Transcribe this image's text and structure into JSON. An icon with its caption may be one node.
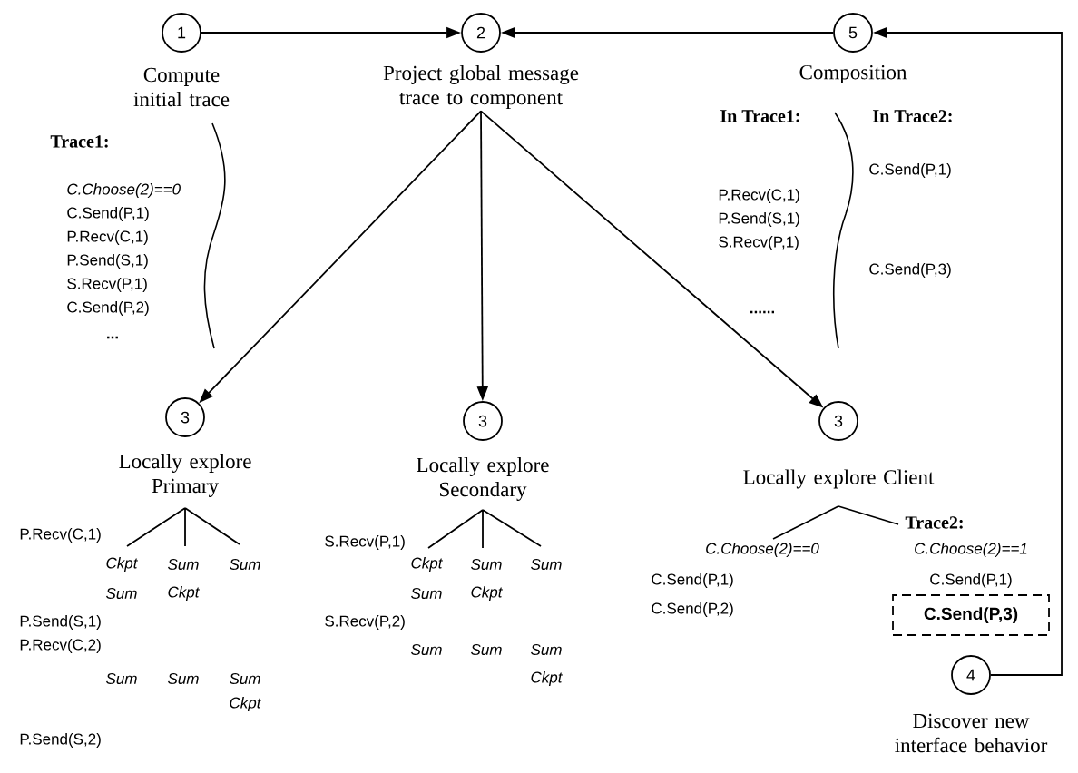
{
  "diagram": {
    "nodes": [
      {
        "text": [
          "1",
          "Compute initial trace"
        ]
      },
      {
        "text": [
          "2",
          "Project global message trace to component"
        ]
      },
      {
        "text": [
          "5",
          "Composition"
        ]
      },
      {
        "text": [
          "3",
          "Locally explore Primary"
        ]
      },
      {
        "text": [
          "3",
          "Locally explore Secondary"
        ]
      },
      {
        "text": [
          "3",
          "Locally explore Client"
        ]
      },
      {
        "text": [
          "C.Send(P,3)"
        ]
      },
      {
        "text": [
          "4",
          "Discover new interface behavior"
        ]
      }
    ],
    "edges": [
      {
        "from": 0,
        "to": 1,
        "arrow": "to"
      },
      {
        "from": 2,
        "to": 1,
        "arrow": "to"
      },
      {
        "from": 1,
        "to": 3,
        "arrow": "to"
      },
      {
        "from": 1,
        "to": 4,
        "arrow": "to"
      },
      {
        "from": 1,
        "to": 5,
        "arrow": "to"
      },
      {
        "from": 7,
        "to": 2,
        "arrow": "to"
      }
    ],
    "labels": [
      "Trace1:",
      "C.Choose(2)==0",
      "C.Send(P,1)",
      "P.Recv(C,1)",
      "P.Send(S,1)",
      "S.Recv(P,1)",
      "C.Send(P,2)",
      "...",
      "In Trace1:",
      "In Trace2:",
      "C.Send(P,1)",
      "P.Recv(C,1)",
      "P.Send(S,1)",
      "S.Recv(P,1)",
      "C.Send(P,3)",
      "......",
      "P.Recv(C,1)",
      "Ckpt",
      "Sum",
      "Sum",
      "Sum",
      "Ckpt",
      "P.Send(S,1)",
      "P.Recv(C,2)",
      "Sum",
      "Sum",
      "Sum",
      "Ckpt",
      "P.Send(S,2)",
      "S.Recv(P,1)",
      "Ckpt",
      "Sum",
      "Sum",
      "Sum",
      "Ckpt",
      "S.Recv(P,2)",
      "Sum",
      "Sum",
      "Sum",
      "Ckpt",
      "Trace2:",
      "C.Choose(2)==0",
      "C.Choose(2)==1",
      "C.Send(P,1)",
      "C.Send(P,2)",
      "C.Send(P,1)"
    ]
  }
}
